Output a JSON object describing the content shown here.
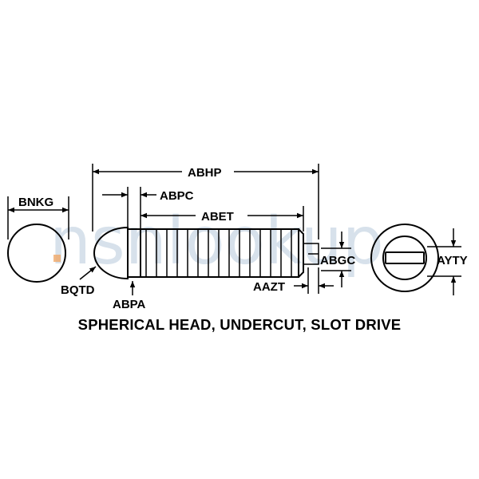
{
  "watermark": "nsnlookup",
  "labels": {
    "bnkg": "BNKG",
    "bqtd": "BQTD",
    "abhp": "ABHP",
    "abpc": "ABPC",
    "abet": "ABET",
    "abpa": "ABPA",
    "aazt": "AAZT",
    "abgc": "ABGC",
    "ayty": "AYTY"
  },
  "caption": "SPHERICAL HEAD, UNDERCUT, SLOT DRIVE",
  "colors": {
    "ink": "#000000",
    "watermark": "#b8cadb",
    "watermark_dot": "#f0a868"
  }
}
